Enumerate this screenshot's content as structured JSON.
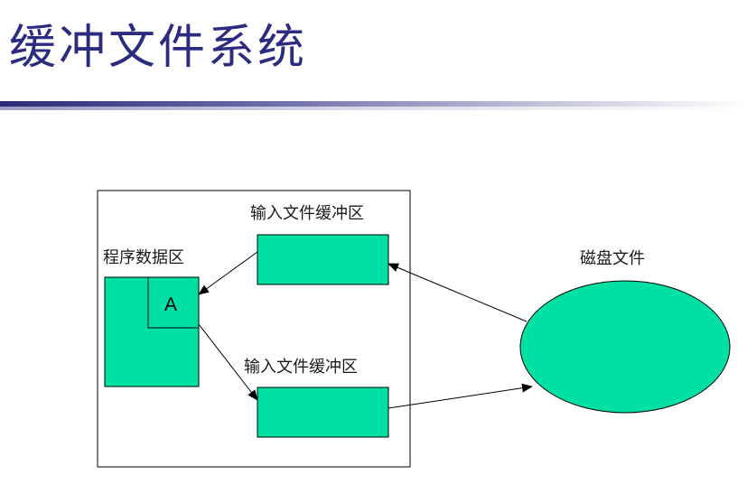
{
  "title": "缓冲文件系统",
  "diagram": {
    "program_area_label": "程序数据区",
    "variable_label": "A",
    "input_buffer_label": "输入文件缓冲区",
    "output_buffer_label": "输入文件缓冲区",
    "disk_file_label": "磁盘文件"
  },
  "colors": {
    "title": "#2b2b80",
    "fill": "#00e0a4",
    "stroke": "#000000"
  }
}
